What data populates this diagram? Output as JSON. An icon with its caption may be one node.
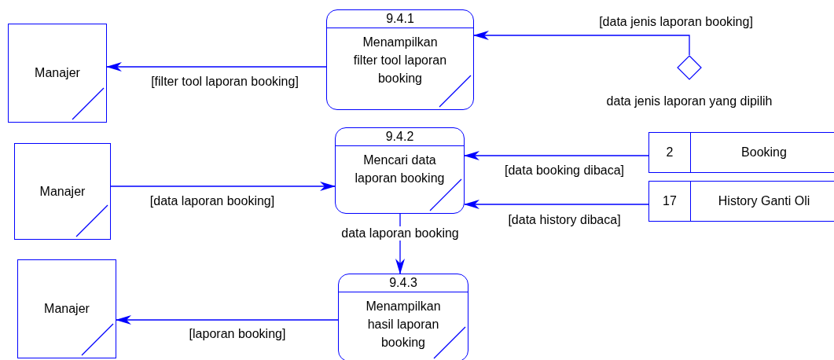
{
  "diagram": {
    "nodes": [
      {
        "text": [
          "Manajer"
        ]
      },
      {
        "text": [
          "9.4.1",
          "Menampilkan filter tool laporan booking"
        ]
      },
      {
        "text": [],
        "shape": "diamond",
        "beside": [
          "data jenis laporan yang dipilih"
        ]
      },
      {
        "text": [
          "Manajer"
        ]
      },
      {
        "text": [
          "9.4.2",
          "Mencari data laporan booking"
        ]
      },
      {
        "text": [
          "2",
          "Booking"
        ]
      },
      {
        "text": [
          "17",
          "History Ganti Oli"
        ]
      },
      {
        "text": [
          "Manajer"
        ]
      },
      {
        "text": [
          "9.4.3",
          "Menampilkan hasil laporan booking"
        ]
      }
    ],
    "edges": [
      {
        "from": 2,
        "to": 1,
        "arrow": "to",
        "label": "[data jenis laporan booking]"
      },
      {
        "from": 1,
        "to": 0,
        "arrow": "to",
        "label": "[filter tool laporan booking]"
      },
      {
        "from": 3,
        "to": 4,
        "arrow": "to",
        "label": "[data laporan booking]"
      },
      {
        "from": 5,
        "to": 4,
        "arrow": "to",
        "label": "[data booking dibaca]"
      },
      {
        "from": 6,
        "to": 4,
        "arrow": "to",
        "label": "[data history dibaca]"
      },
      {
        "from": 4,
        "to": 8,
        "arrow": "to",
        "label": "data laporan booking"
      },
      {
        "from": 8,
        "to": 7,
        "arrow": "to",
        "label": "[laporan booking]"
      }
    ]
  }
}
